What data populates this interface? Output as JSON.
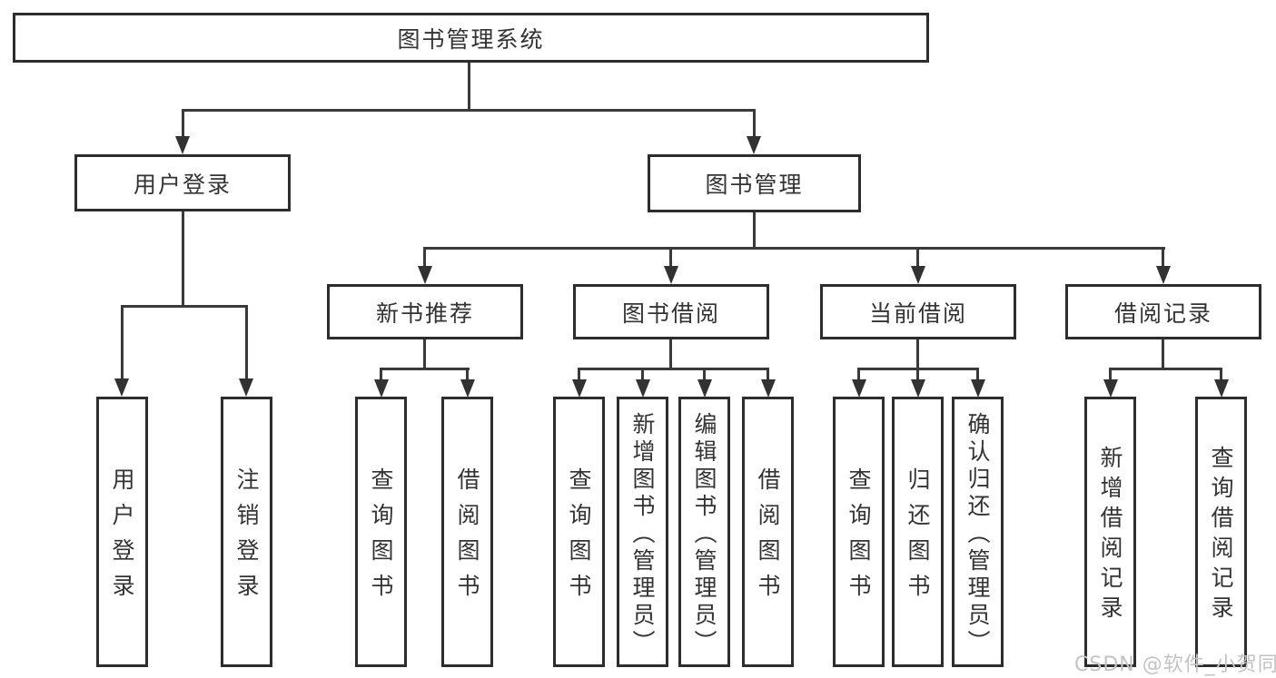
{
  "tree": {
    "root": "图书管理系统",
    "login": {
      "label": "用户登录",
      "children": [
        "用户登录",
        "注销登录"
      ]
    },
    "mgmt": {
      "label": "图书管理",
      "branches": [
        {
          "label": "新书推荐",
          "children": [
            "查询图书",
            "借阅图书"
          ]
        },
        {
          "label": "图书借阅",
          "children": [
            "查询图书",
            "新增图书（管理员）",
            "编辑图书（管理员）",
            "借阅图书"
          ]
        },
        {
          "label": "当前借阅",
          "children": [
            "查询图书",
            "归还图书",
            "确认归还（管理员）"
          ]
        },
        {
          "label": "借阅记录",
          "children": [
            "新增借阅记录",
            "查询借阅记录"
          ]
        }
      ]
    }
  },
  "watermark": {
    "text": "CSDN @软件_小贺同学"
  },
  "colors": {
    "border": "#2d2d2d",
    "line": "#3a3a3a",
    "text": "#333333",
    "watermark": "#c3c3c3",
    "background": "#ffffff"
  }
}
